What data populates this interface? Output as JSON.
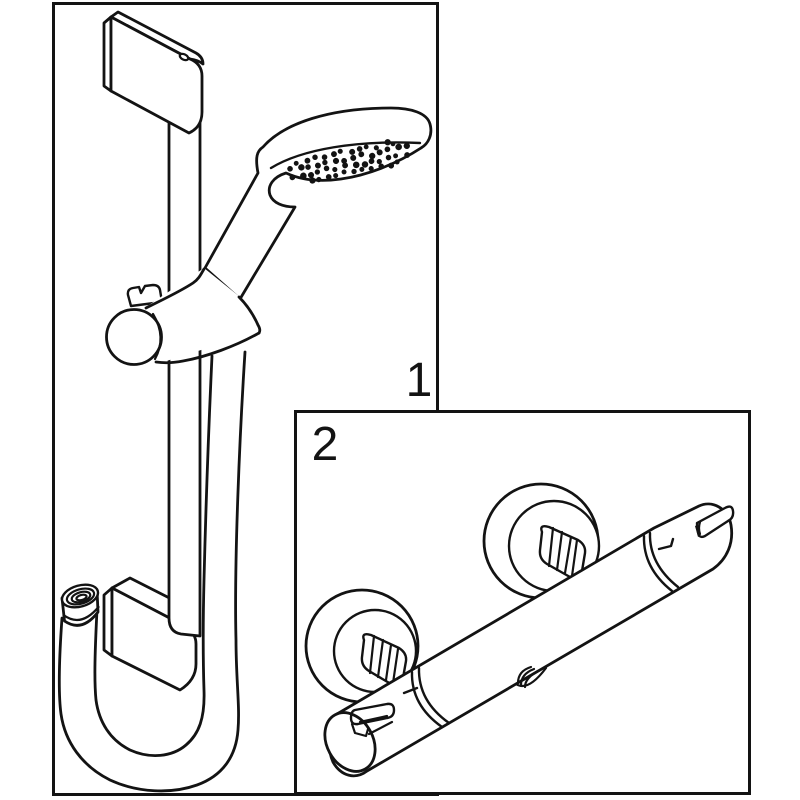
{
  "page": {
    "background": "#ffffff",
    "line_color": "#131313",
    "description": "Technical line drawing, two numbered panels"
  },
  "figures": [
    {
      "label": "1",
      "name": "shower-slide-bar-set"
    },
    {
      "label": "2",
      "name": "thermostatic-shower-mixer"
    }
  ]
}
